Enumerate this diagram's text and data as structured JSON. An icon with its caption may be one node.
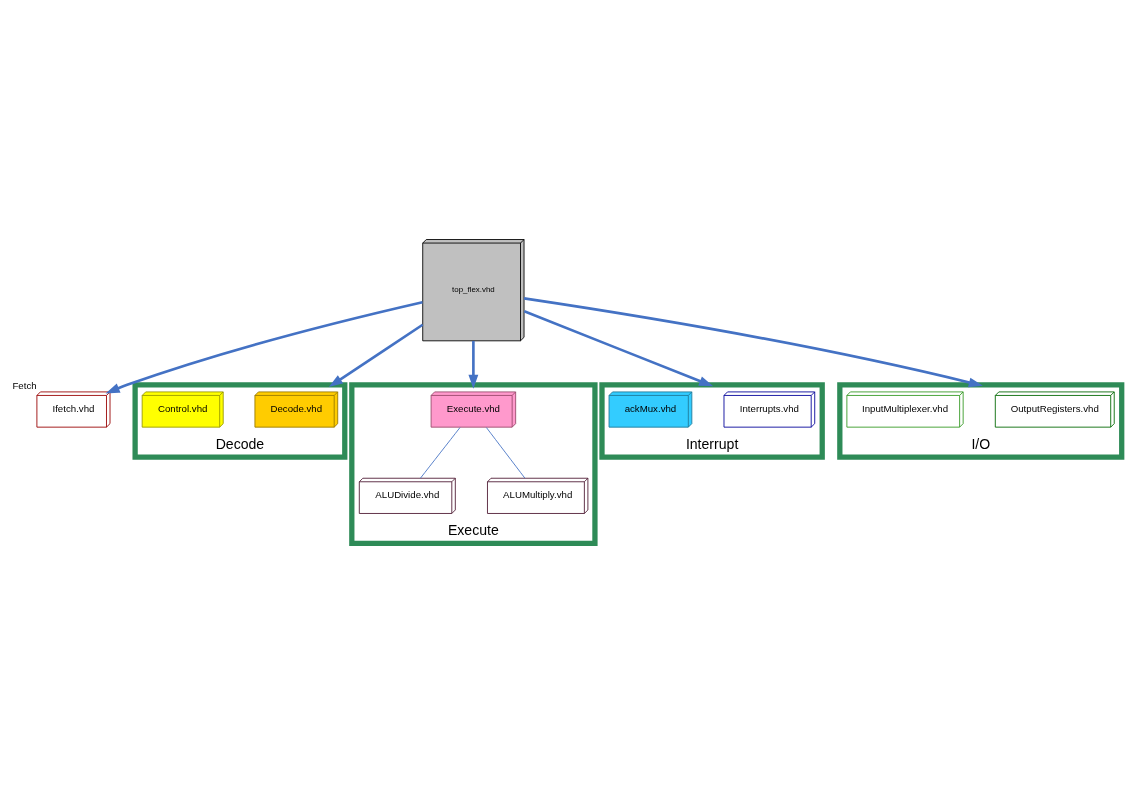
{
  "diagram": {
    "nodes": [
      {
        "text": [
          "top_flex.vhd"
        ]
      },
      {
        "text": [
          "Ifetch.vhd"
        ],
        "beside": [
          "Fetch"
        ]
      },
      {
        "text": [
          "Decode"
        ]
      },
      {
        "text": [
          "Decode.vhd"
        ],
        "in": 2
      },
      {
        "text": [
          "Control.vhd"
        ],
        "in": 2
      },
      {
        "text": [
          "Execute"
        ]
      },
      {
        "text": [
          "Execute.vhd"
        ],
        "in": 5
      },
      {
        "text": [
          "ALUDivide.vhd"
        ],
        "in": 5
      },
      {
        "text": [
          "ALUMultiply.vhd"
        ],
        "in": 5
      },
      {
        "text": [
          "Interrupt"
        ]
      },
      {
        "text": [
          "Interrupts.vhd"
        ],
        "in": 9
      },
      {
        "text": [
          "ackMux.vhd"
        ],
        "in": 9
      },
      {
        "text": [
          "I/O"
        ]
      },
      {
        "text": [
          "OutputRegisters.vhd"
        ],
        "in": 12
      },
      {
        "text": [
          "InputMultiplexer.vhd"
        ],
        "in": 12
      }
    ],
    "edges": [
      {
        "from": 0,
        "to": 1,
        "arrow": "to"
      },
      {
        "from": 0,
        "to": 2,
        "arrow": "to"
      },
      {
        "from": 0,
        "to": 5,
        "arrow": "to"
      },
      {
        "from": 0,
        "to": 9,
        "arrow": "to"
      },
      {
        "from": 0,
        "to": 12,
        "arrow": "to"
      },
      {
        "from": 6,
        "to": 7,
        "arrow": "none"
      },
      {
        "from": 6,
        "to": 8,
        "arrow": "none"
      }
    ]
  }
}
